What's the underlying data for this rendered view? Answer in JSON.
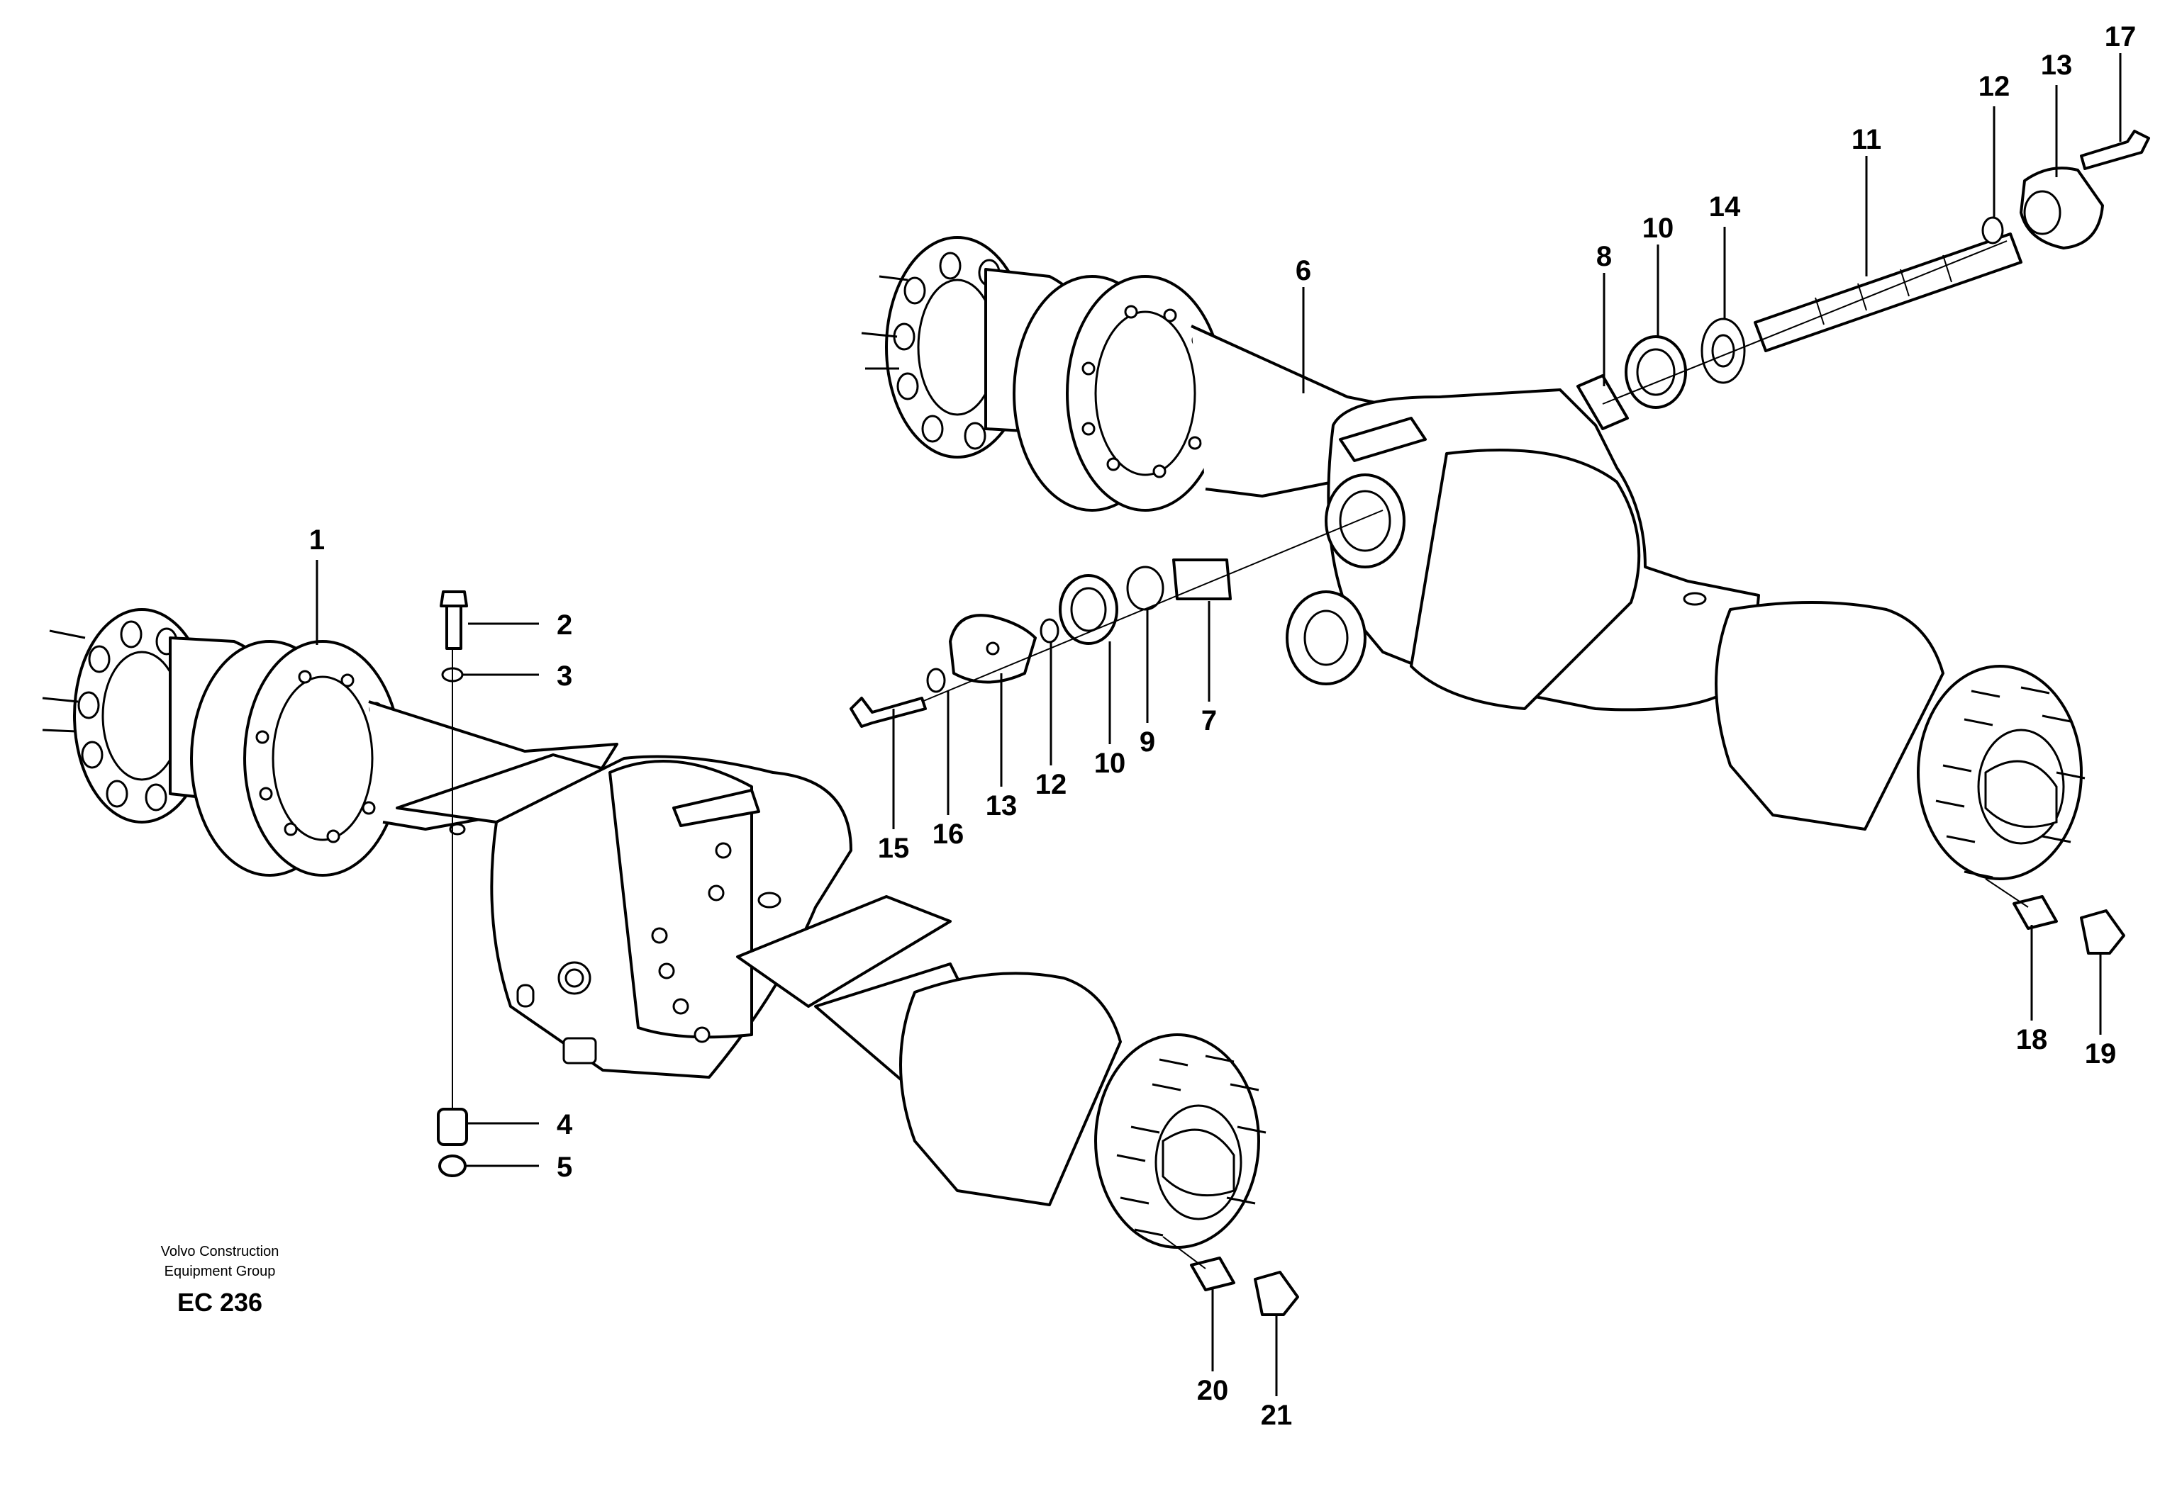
{
  "callouts": [
    "1",
    "2",
    "3",
    "4",
    "5",
    "6",
    "7",
    "8",
    "9",
    "10",
    "10",
    "11",
    "12",
    "12",
    "13",
    "13",
    "14",
    "15",
    "16",
    "17",
    "18",
    "19",
    "20",
    "21"
  ],
  "maker": {
    "line1": "Volvo Construction",
    "line2": "Equipment Group"
  },
  "drawing_code": "EC 236"
}
